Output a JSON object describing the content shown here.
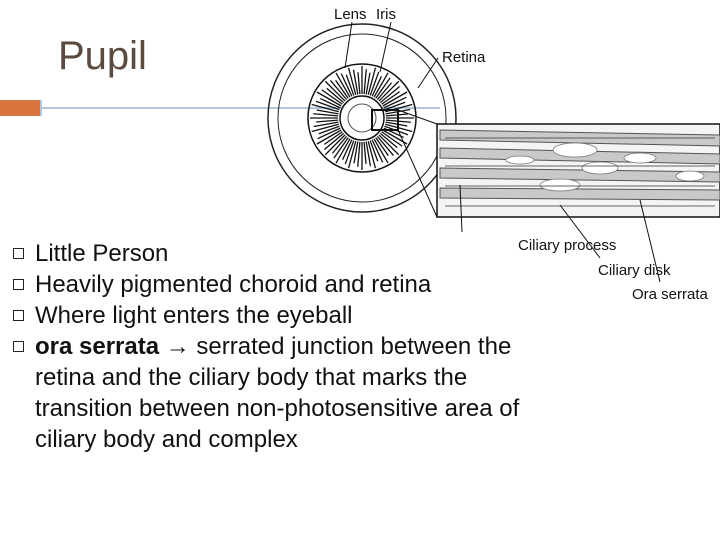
{
  "slide": {
    "title": "Pupil",
    "bullets": [
      {
        "text": "Little Person"
      },
      {
        "text": "Heavily pigmented choroid and retina"
      },
      {
        "text": "Where light enters the eyeball"
      },
      {
        "term": "ora serrata",
        "arrow": "→",
        "text": " serrated junction between the retina and the ciliary body that marks the transition between non-photosensitive area of ciliary body and complex"
      }
    ]
  },
  "diagram": {
    "labels": {
      "lens": "Lens",
      "iris": "Iris",
      "retina": "Retina",
      "ciliary_process": "Ciliary process",
      "ciliary_disk": "Ciliary disk",
      "ora_serrata": "Ora serrata"
    }
  },
  "colors": {
    "title": "#5b4a3f",
    "accent": "#d9743f",
    "rule": "#b3c6dc"
  }
}
